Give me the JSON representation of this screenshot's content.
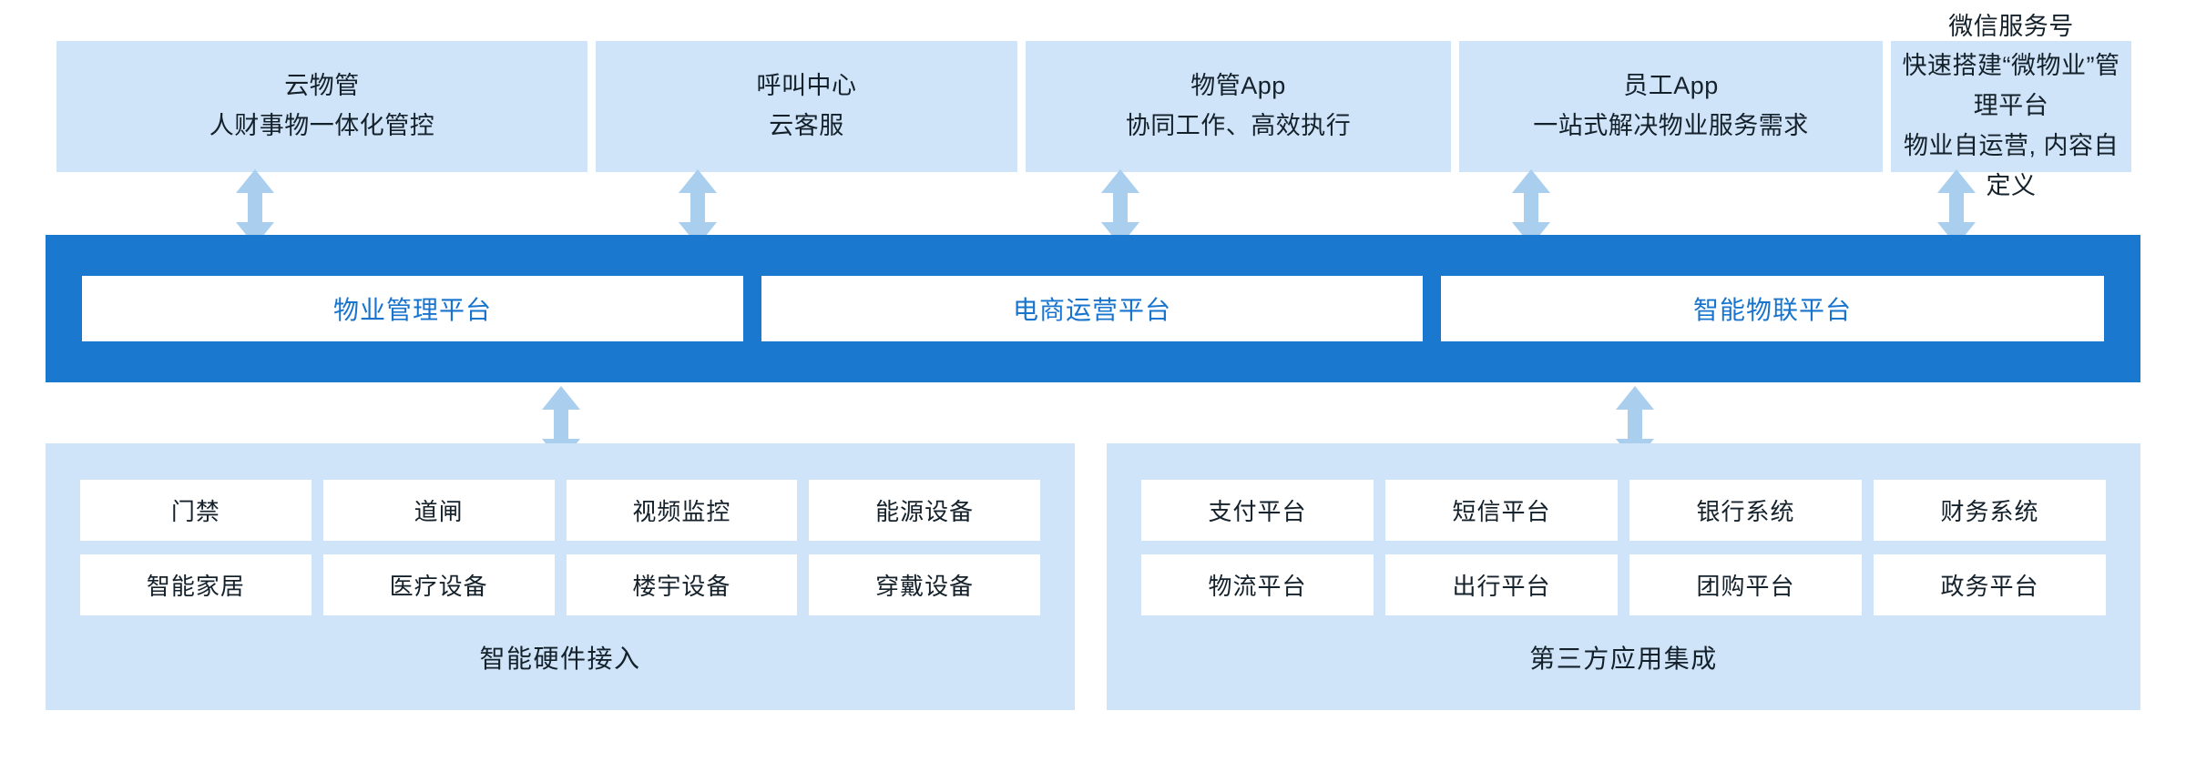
{
  "colors": {
    "core_band": "#1A79CE",
    "panel_fill": "#CFE4F8",
    "tile_fill": "#FFFFFF",
    "arrow": "#A9CEEE",
    "platform_text": "#1874CD",
    "body_text": "#14212B",
    "page_background": "#FFFFFF"
  },
  "channels": [
    {
      "title": "云物管",
      "subtitle": "人财事物一体化管控"
    },
    {
      "title": "呼叫中心",
      "subtitle": "云客服"
    },
    {
      "title": "物管App",
      "subtitle": "协同工作、高效执行"
    },
    {
      "title": "员工App",
      "subtitle": "一站式解决物业服务需求"
    },
    {
      "title": "微信服务号",
      "subtitle": "快速搭建“微物业”管理平台",
      "subtitle2": "物业自运营, 内容自定义"
    }
  ],
  "core": {
    "platforms": [
      {
        "label": "物业管理平台"
      },
      {
        "label": "电商运营平台"
      },
      {
        "label": "智能物联平台"
      }
    ]
  },
  "panels": [
    {
      "caption": "智能硬件接入",
      "tiles": [
        "门禁",
        "道闸",
        "视频监控",
        "能源设备",
        "智能家居",
        "医疗设备",
        "楼宇设备",
        "穿戴设备"
      ]
    },
    {
      "caption": "第三方应用集成",
      "tiles": [
        "支付平台",
        "短信平台",
        "银行系统",
        "财务系统",
        "物流平台",
        "出行平台",
        "团购平台",
        "政务平台"
      ]
    }
  ],
  "connectors": [
    {
      "name": "arrow-channel-1-to-core",
      "direction": "bidirectional"
    },
    {
      "name": "arrow-channel-2-to-core",
      "direction": "bidirectional"
    },
    {
      "name": "arrow-channel-3-to-core",
      "direction": "bidirectional"
    },
    {
      "name": "arrow-channel-4-to-core",
      "direction": "bidirectional"
    },
    {
      "name": "arrow-channel-5-to-core",
      "direction": "bidirectional"
    },
    {
      "name": "arrow-core-to-hardware",
      "direction": "bidirectional"
    },
    {
      "name": "arrow-core-to-thirdparty",
      "direction": "bidirectional"
    }
  ]
}
